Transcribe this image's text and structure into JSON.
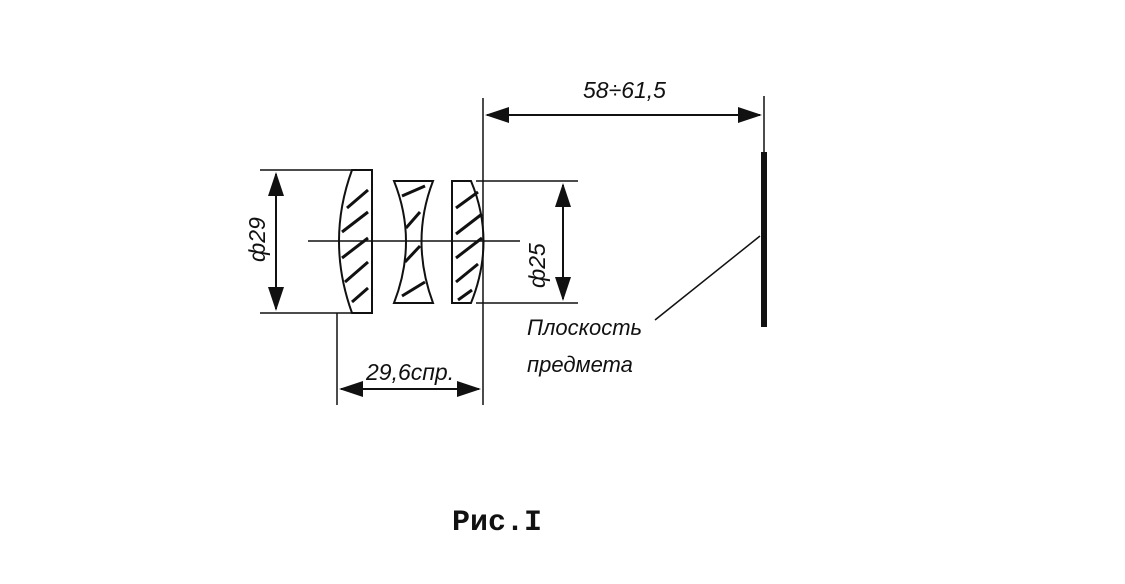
{
  "figure": {
    "dimension_total_length": "58÷61,5",
    "dimension_lens_length": "29,6спр.",
    "diameter_large": "ф29",
    "diameter_small": "ф25",
    "object_plane_label_line1": "Плоскость",
    "object_plane_label_line2": "предмета",
    "caption": "Рис.I"
  }
}
